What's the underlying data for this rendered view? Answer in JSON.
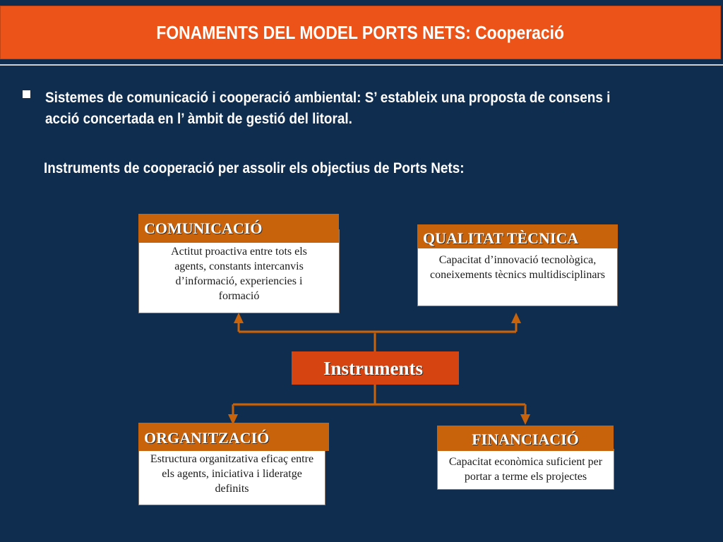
{
  "title": "FONAMENTS DEL MODEL PORTS NETS: Cooperació",
  "bullet": {
    "text": "Sistemes de comunicació i cooperació ambiental: S’ estableix una proposta de consens i acció concertada en l’ àmbit de gestió del litoral."
  },
  "instruments_line": "Instruments de cooperació per assolir els objectius de Ports Nets:",
  "diagram": {
    "center": "Instruments",
    "comunicacio": {
      "title": "COMUNICACIÓ",
      "text": "Actitut proactiva entre tots els agents, constants intercanvis d’informació, experiencies i formació"
    },
    "qualitat": {
      "title": "QUALITAT TÈCNICA",
      "text": "Capacitat d’innovació tecnològica, coneixements tècnics multidisciplinars"
    },
    "organitzacio": {
      "title": "ORGANITZACIÓ",
      "text": "Estructura organitzativa eficaç entre els agents, iniciativa i lideratge definits"
    },
    "financiacio": {
      "title": "FINANCIACIÓ",
      "text": "Capacitat econòmica suficient per portar a terme els projectes"
    }
  },
  "colors": {
    "background": "#0f2d4f",
    "title_bar": "#eb5318",
    "box_header": "#c8620b",
    "connector": "#c8620b"
  }
}
